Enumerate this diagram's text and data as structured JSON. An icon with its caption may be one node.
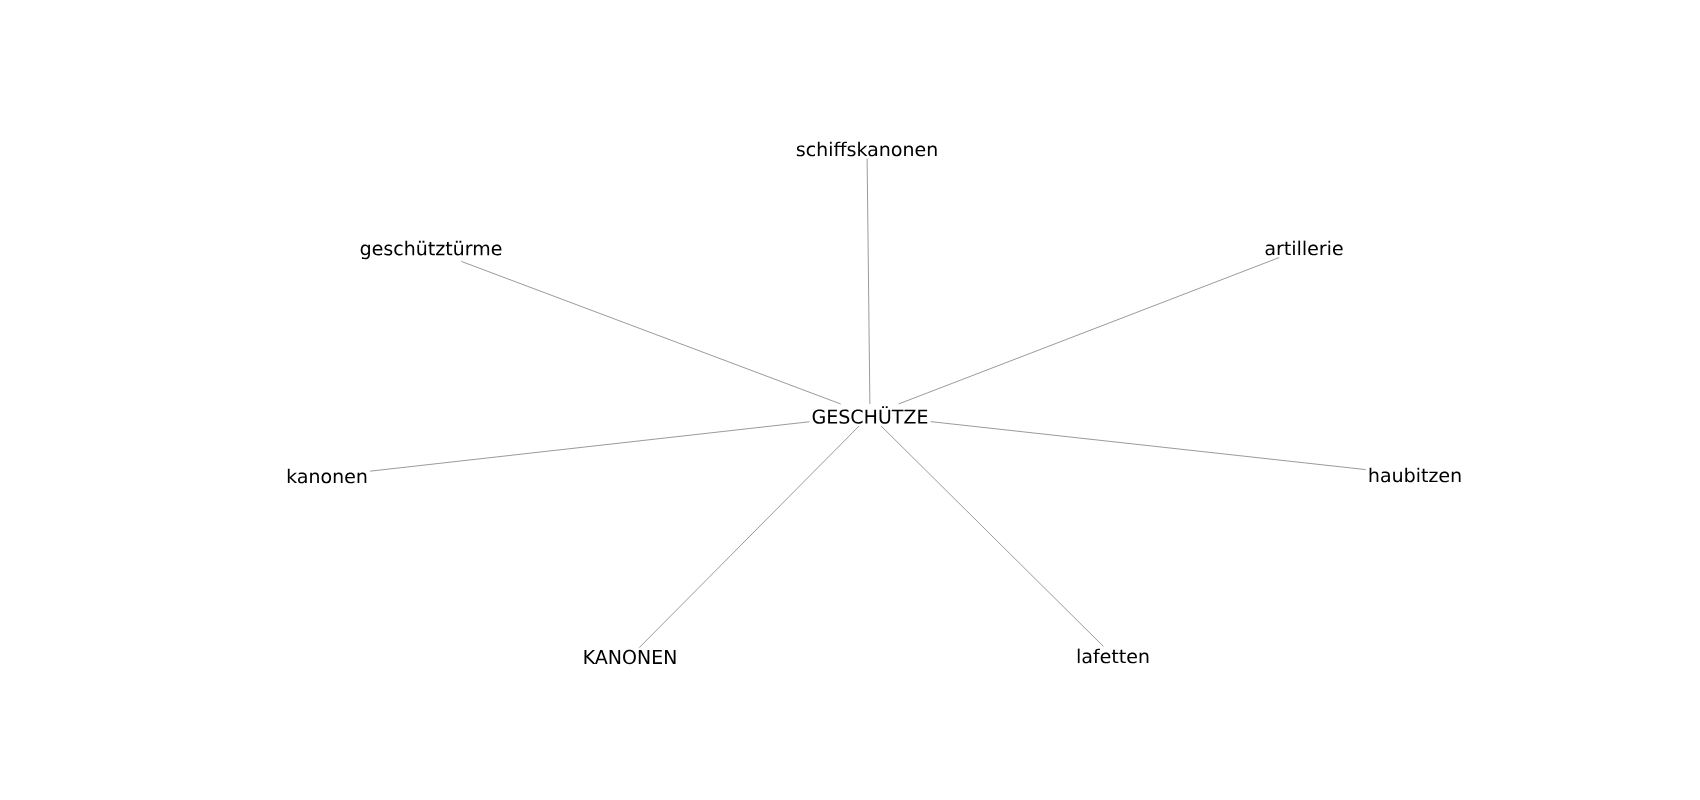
{
  "diagram": {
    "nodes": [
      {
        "text": [
          "schiffskanonen"
        ]
      },
      {
        "text": [
          "geschütztürme"
        ]
      },
      {
        "text": [
          "artillerie"
        ]
      },
      {
        "text": [
          "GESCHÜTZE"
        ]
      },
      {
        "text": [
          "kanonen"
        ]
      },
      {
        "text": [
          "haubitzen"
        ]
      },
      {
        "text": [
          "KANONEN"
        ]
      },
      {
        "text": [
          "lafetten"
        ]
      }
    ],
    "edges": [
      {
        "from": 3,
        "to": 0,
        "arrow": "none"
      },
      {
        "from": 3,
        "to": 1,
        "arrow": "none"
      },
      {
        "from": 3,
        "to": 2,
        "arrow": "none"
      },
      {
        "from": 3,
        "to": 4,
        "arrow": "none"
      },
      {
        "from": 3,
        "to": 5,
        "arrow": "none"
      },
      {
        "from": 3,
        "to": 6,
        "arrow": "none"
      },
      {
        "from": 3,
        "to": 7,
        "arrow": "none"
      }
    ]
  }
}
